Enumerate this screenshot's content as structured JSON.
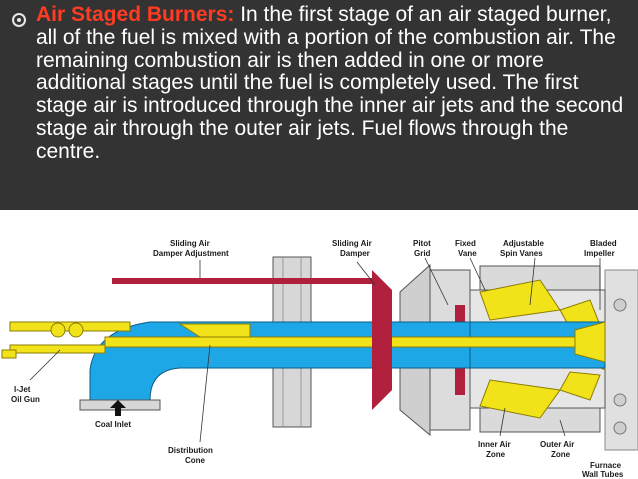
{
  "slide": {
    "heading": "Air Staged Burners:",
    "body": " In the first stage of an air staged burner, all of the fuel is mixed with a portion of the combustion air. The remaining combustion air is then added in one or more additional stages until the fuel is completely used. The first stage air is introduced through the inner air jets and the second stage air through the outer air jets. Fuel flows through the centre."
  },
  "diagram": {
    "labels": {
      "sliding_air_damper_adjustment_1": "Sliding Air",
      "sliding_air_damper_adjustment_2": "Damper Adjustment",
      "sliding_air_damper_1": "Sliding Air",
      "sliding_air_damper_2": "Damper",
      "pitot_grid_1": "Pitot",
      "pitot_grid_2": "Grid",
      "fixed_vane_1": "Fixed",
      "fixed_vane_2": "Vane",
      "adjustable_spin_vanes_1": "Adjustable",
      "adjustable_spin_vanes_2": "Spin Vanes",
      "bladed_impeller_1": "Bladed",
      "bladed_impeller_2": "Impeller",
      "i_jet_oil_gun_1": "I-Jet",
      "i_jet_oil_gun_2": "Oil Gun",
      "coal_inlet": "Coal Inlet",
      "distribution_cone_1": "Distribution",
      "distribution_cone_2": "Cone",
      "inner_air_zone_1": "Inner Air",
      "inner_air_zone_2": "Zone",
      "outer_air_zone_1": "Outer Air",
      "outer_air_zone_2": "Zone",
      "furnace_wall_tubes_1": "Furnace",
      "furnace_wall_tubes_2": "Wall Tubes"
    },
    "colors": {
      "fuel_pipe": "#1ea7e6",
      "yellow_parts": "#f2e21a",
      "red_rod": "#b0203c",
      "grey_housing": "#d7d7d7"
    }
  }
}
